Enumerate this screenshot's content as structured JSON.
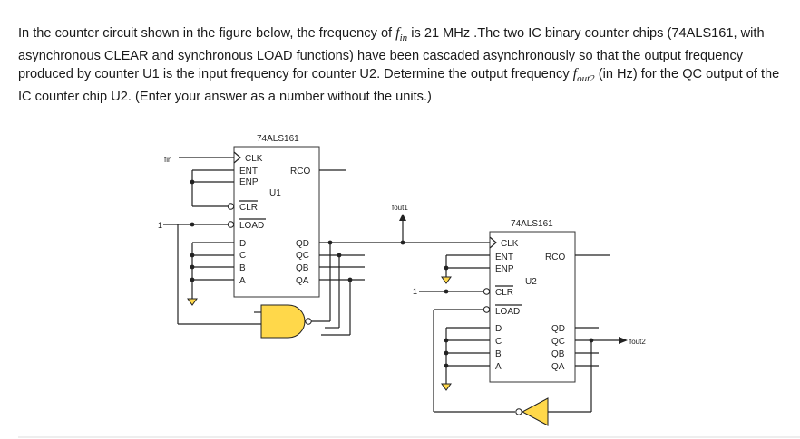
{
  "question": {
    "intro": "In the counter circuit shown in the figure below, the frequency of ",
    "fin_sym": "f",
    "fin_sub": "in",
    "after_fin": " is 21 MHz .The two IC binary counter chips (74ALS161, with asynchronous CLEAR and synchronous LOAD functions) have been cascaded asynchronously so that the output frequency produced by counter U1 is the input frequency for counter U2.  Determine the output frequency ",
    "fout_sym": "f",
    "fout_sub": "out2",
    "after_fout": " (in Hz) for the QC output of the IC counter chip U2.  (Enter your answer as a number without the units.)"
  },
  "diagram": {
    "u1": {
      "part": "74ALS161",
      "ref": "U1",
      "left_pins": [
        "CLK",
        "ENT",
        "ENP",
        "CLR",
        "LOAD",
        "D",
        "C",
        "B",
        "A"
      ],
      "right_pins": [
        "RCO",
        "QD",
        "QC",
        "QB",
        "QA"
      ]
    },
    "u2": {
      "part": "74ALS161",
      "ref": "U2",
      "left_pins": [
        "CLK",
        "ENT",
        "ENP",
        "CLR",
        "LOAD",
        "D",
        "C",
        "B",
        "A"
      ],
      "right_pins": [
        "RCO",
        "QD",
        "QC",
        "QB",
        "QA"
      ]
    },
    "signals": {
      "fin": "fin",
      "fout1": "fout1",
      "fout2": "fout2",
      "one_a": "1",
      "one_b": "1"
    }
  }
}
